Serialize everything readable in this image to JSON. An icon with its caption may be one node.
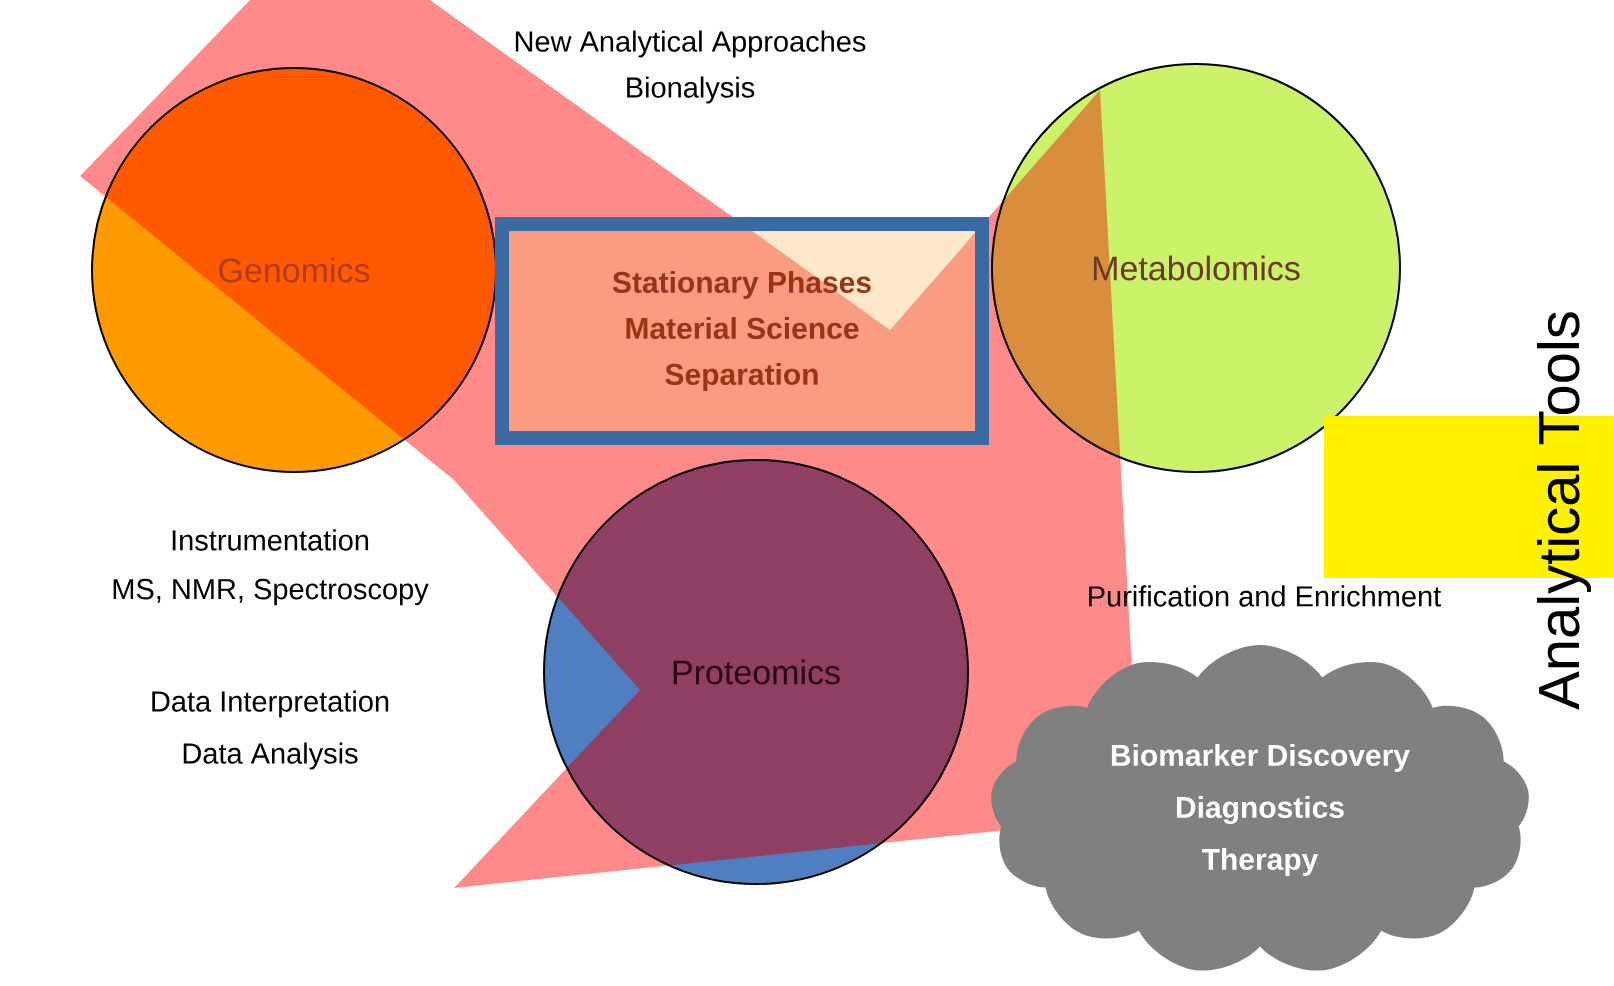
{
  "diagram": {
    "nodes": [
      {
        "text": [
          "Genomics"
        ]
      },
      {
        "text": [
          "Stationary Phases",
          "Material Science",
          "Separation"
        ]
      },
      {
        "text": [
          "Metabolomics"
        ]
      },
      {
        "text": [
          "Proteomics"
        ]
      },
      {
        "text": [
          "Biomarker Discovery",
          "Diagnostics",
          "Therapy"
        ]
      },
      {
        "text": [],
        "shape": "box"
      }
    ],
    "labels": [
      "New Analytical Approaches",
      "Bionalysis",
      "Analytical Tools",
      "Instrumentation",
      "MS, NMR, Spectroscopy",
      "Purification and Enrichment",
      "Data Interpretation",
      "Data Analysis"
    ]
  }
}
